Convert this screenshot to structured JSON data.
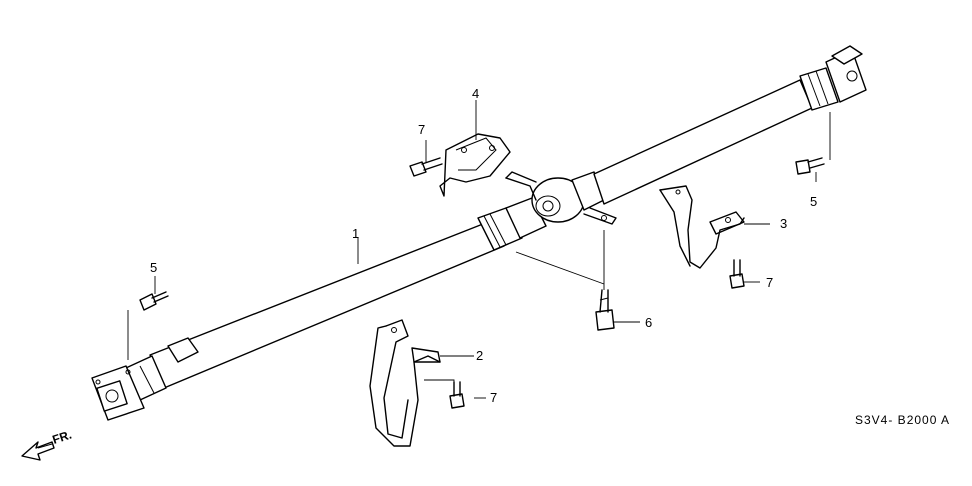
{
  "diagram": {
    "callouts": [
      {
        "id": "c1",
        "text": "1"
      },
      {
        "id": "c2",
        "text": "2"
      },
      {
        "id": "c3",
        "text": "3"
      },
      {
        "id": "c4",
        "text": "4"
      },
      {
        "id": "c5a",
        "text": "5"
      },
      {
        "id": "c5b",
        "text": "5"
      },
      {
        "id": "c6",
        "text": "6"
      },
      {
        "id": "c7a",
        "text": "7"
      },
      {
        "id": "c7b",
        "text": "7"
      },
      {
        "id": "c7c",
        "text": "7"
      }
    ],
    "diagram_code": "S3V4- B2000 A",
    "front_indicator": "FR.",
    "colors": {
      "ink": "#000000",
      "background": "#ffffff"
    }
  }
}
